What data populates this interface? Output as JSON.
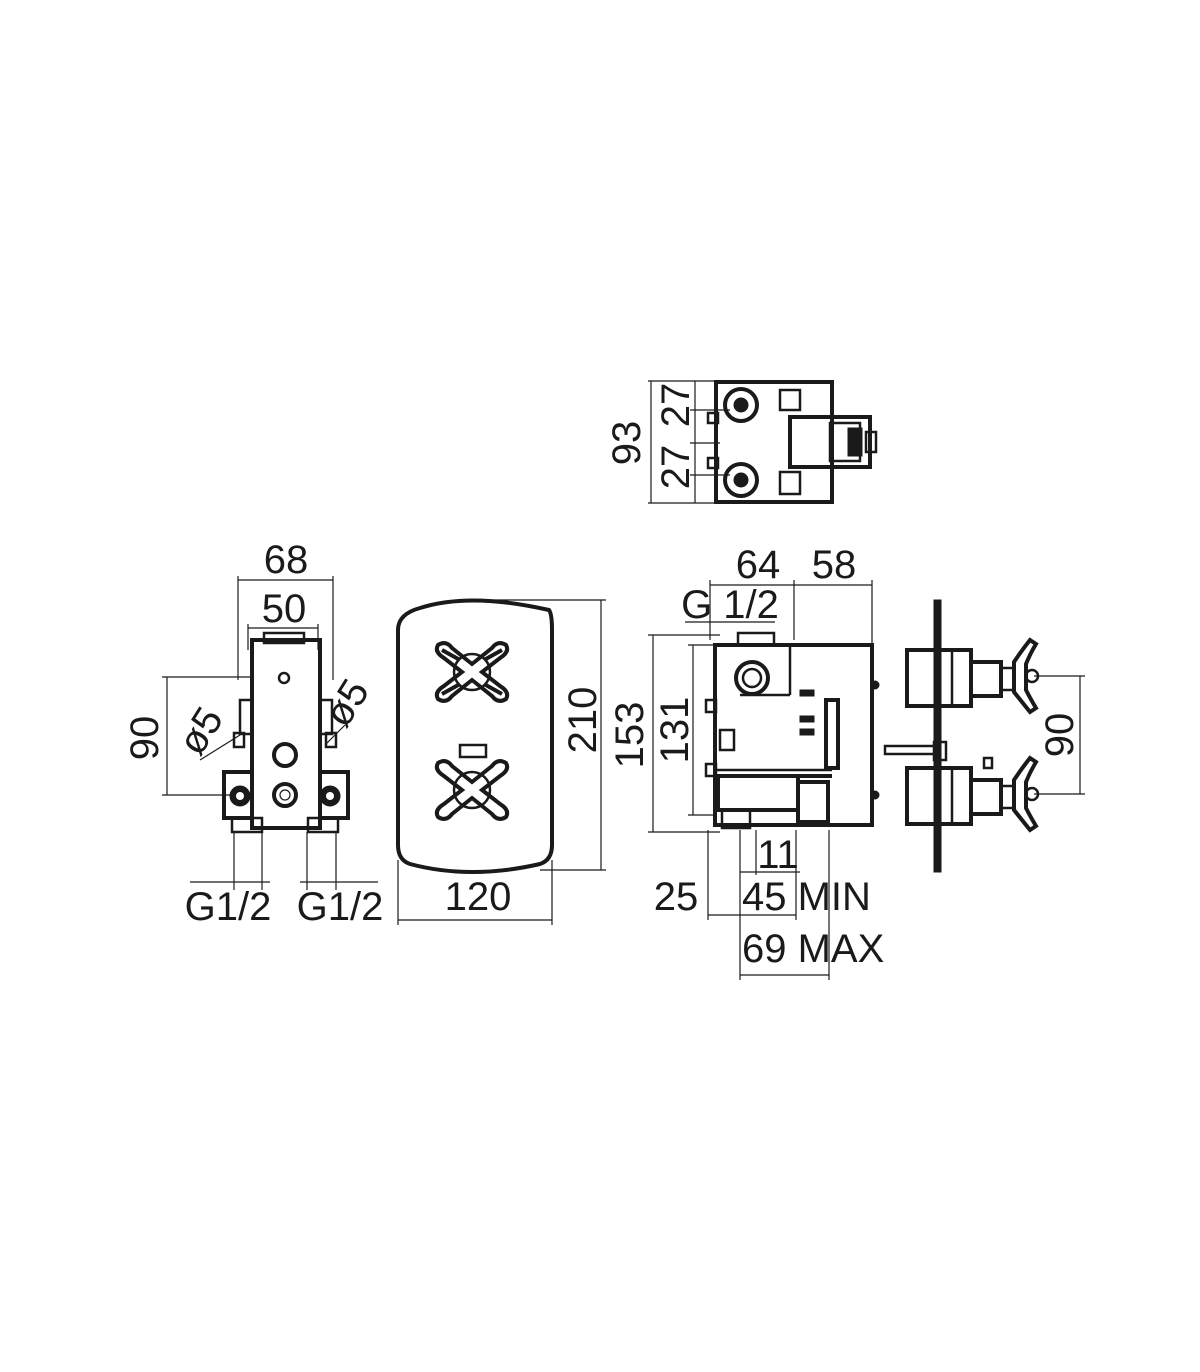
{
  "top_view": {
    "dim_total": "93",
    "dim_upper": "27",
    "dim_lower": "27"
  },
  "left_view": {
    "dim_width_outer": "68",
    "dim_width_inner": "50",
    "dim_height": "90",
    "dim_hole_left": "ø5",
    "dim_hole_right": "ø5",
    "thread_left": "G1/2",
    "thread_right": "G1/2"
  },
  "front_view": {
    "dim_height": "210",
    "dim_width": "120"
  },
  "side_view": {
    "dim_top_a": "64",
    "dim_top_b": "58",
    "thread_top": "G 1/2",
    "dim_height_outer": "153",
    "dim_height_inner": "131",
    "dim_small": "11",
    "dim_left": "25",
    "dim_min": "45 MIN",
    "dim_max": "69 MAX"
  },
  "right_view": {
    "dim_spacing": "90"
  },
  "colors": {
    "line": "#1a1a1a",
    "background": "#ffffff"
  }
}
